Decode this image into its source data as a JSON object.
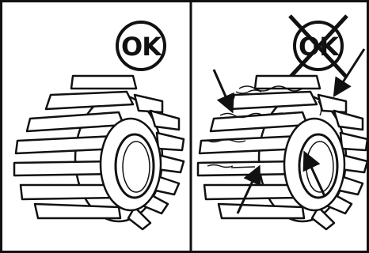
{
  "panels": [
    {
      "id": "good",
      "badge": "OK",
      "crossed_out": false
    },
    {
      "id": "worn",
      "badge": "OK",
      "crossed_out": true
    }
  ],
  "colors": {
    "ink": "#111111",
    "paper": "#ffffff"
  }
}
